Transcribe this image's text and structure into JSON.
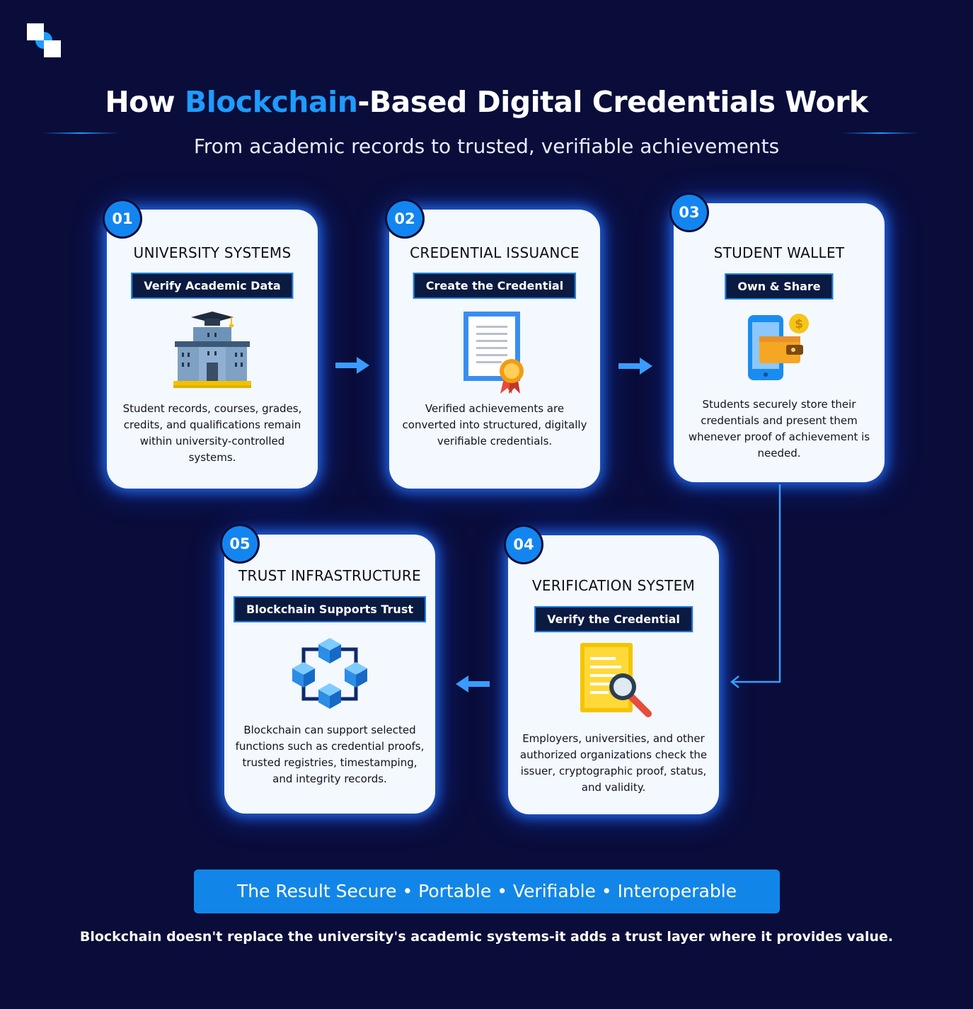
{
  "colors": {
    "background": "#0a0d3a",
    "accent": "#1e9bff",
    "card": "#f4f8ff",
    "pill": "#0b1a40"
  },
  "header": {
    "title_prefix": "How ",
    "title_highlight": "Blockchain",
    "title_suffix": "-Based Digital Credentials Work",
    "subtitle": "From academic records to trusted, verifiable achievements"
  },
  "steps": [
    {
      "number": "01",
      "title": "UNIVERSITY SYSTEMS",
      "action": "Verify Academic Data",
      "icon": "university-building-icon",
      "description": "Student records, courses, grades, credits, and qualifications remain within university-controlled systems."
    },
    {
      "number": "02",
      "title": "CREDENTIAL ISSUANCE",
      "action": "Create the Credential",
      "icon": "certificate-icon",
      "description": "Verified achievements are converted into structured, digitally verifiable credentials."
    },
    {
      "number": "03",
      "title": "STUDENT WALLET",
      "action": "Own & Share",
      "icon": "mobile-wallet-icon",
      "description": "Students securely store their credentials and present them whenever proof of achievement is needed."
    },
    {
      "number": "04",
      "title": "VERIFICATION SYSTEM",
      "action": "Verify the Credential",
      "icon": "document-search-icon",
      "description": "Employers, universities, and other authorized organizations check the issuer, cryptographic proof, status, and validity."
    },
    {
      "number": "05",
      "title": "TRUST INFRASTRUCTURE",
      "action": "Blockchain Supports Trust",
      "icon": "blockchain-cubes-icon",
      "description": "Blockchain can support selected functions such as credential proofs, trusted registries, timestamping, and integrity records."
    }
  ],
  "result": "The Result Secure • Portable • Verifiable • Interoperable",
  "footnote": "Blockchain doesn't replace the university's academic systems-it adds a trust layer where it provides value."
}
